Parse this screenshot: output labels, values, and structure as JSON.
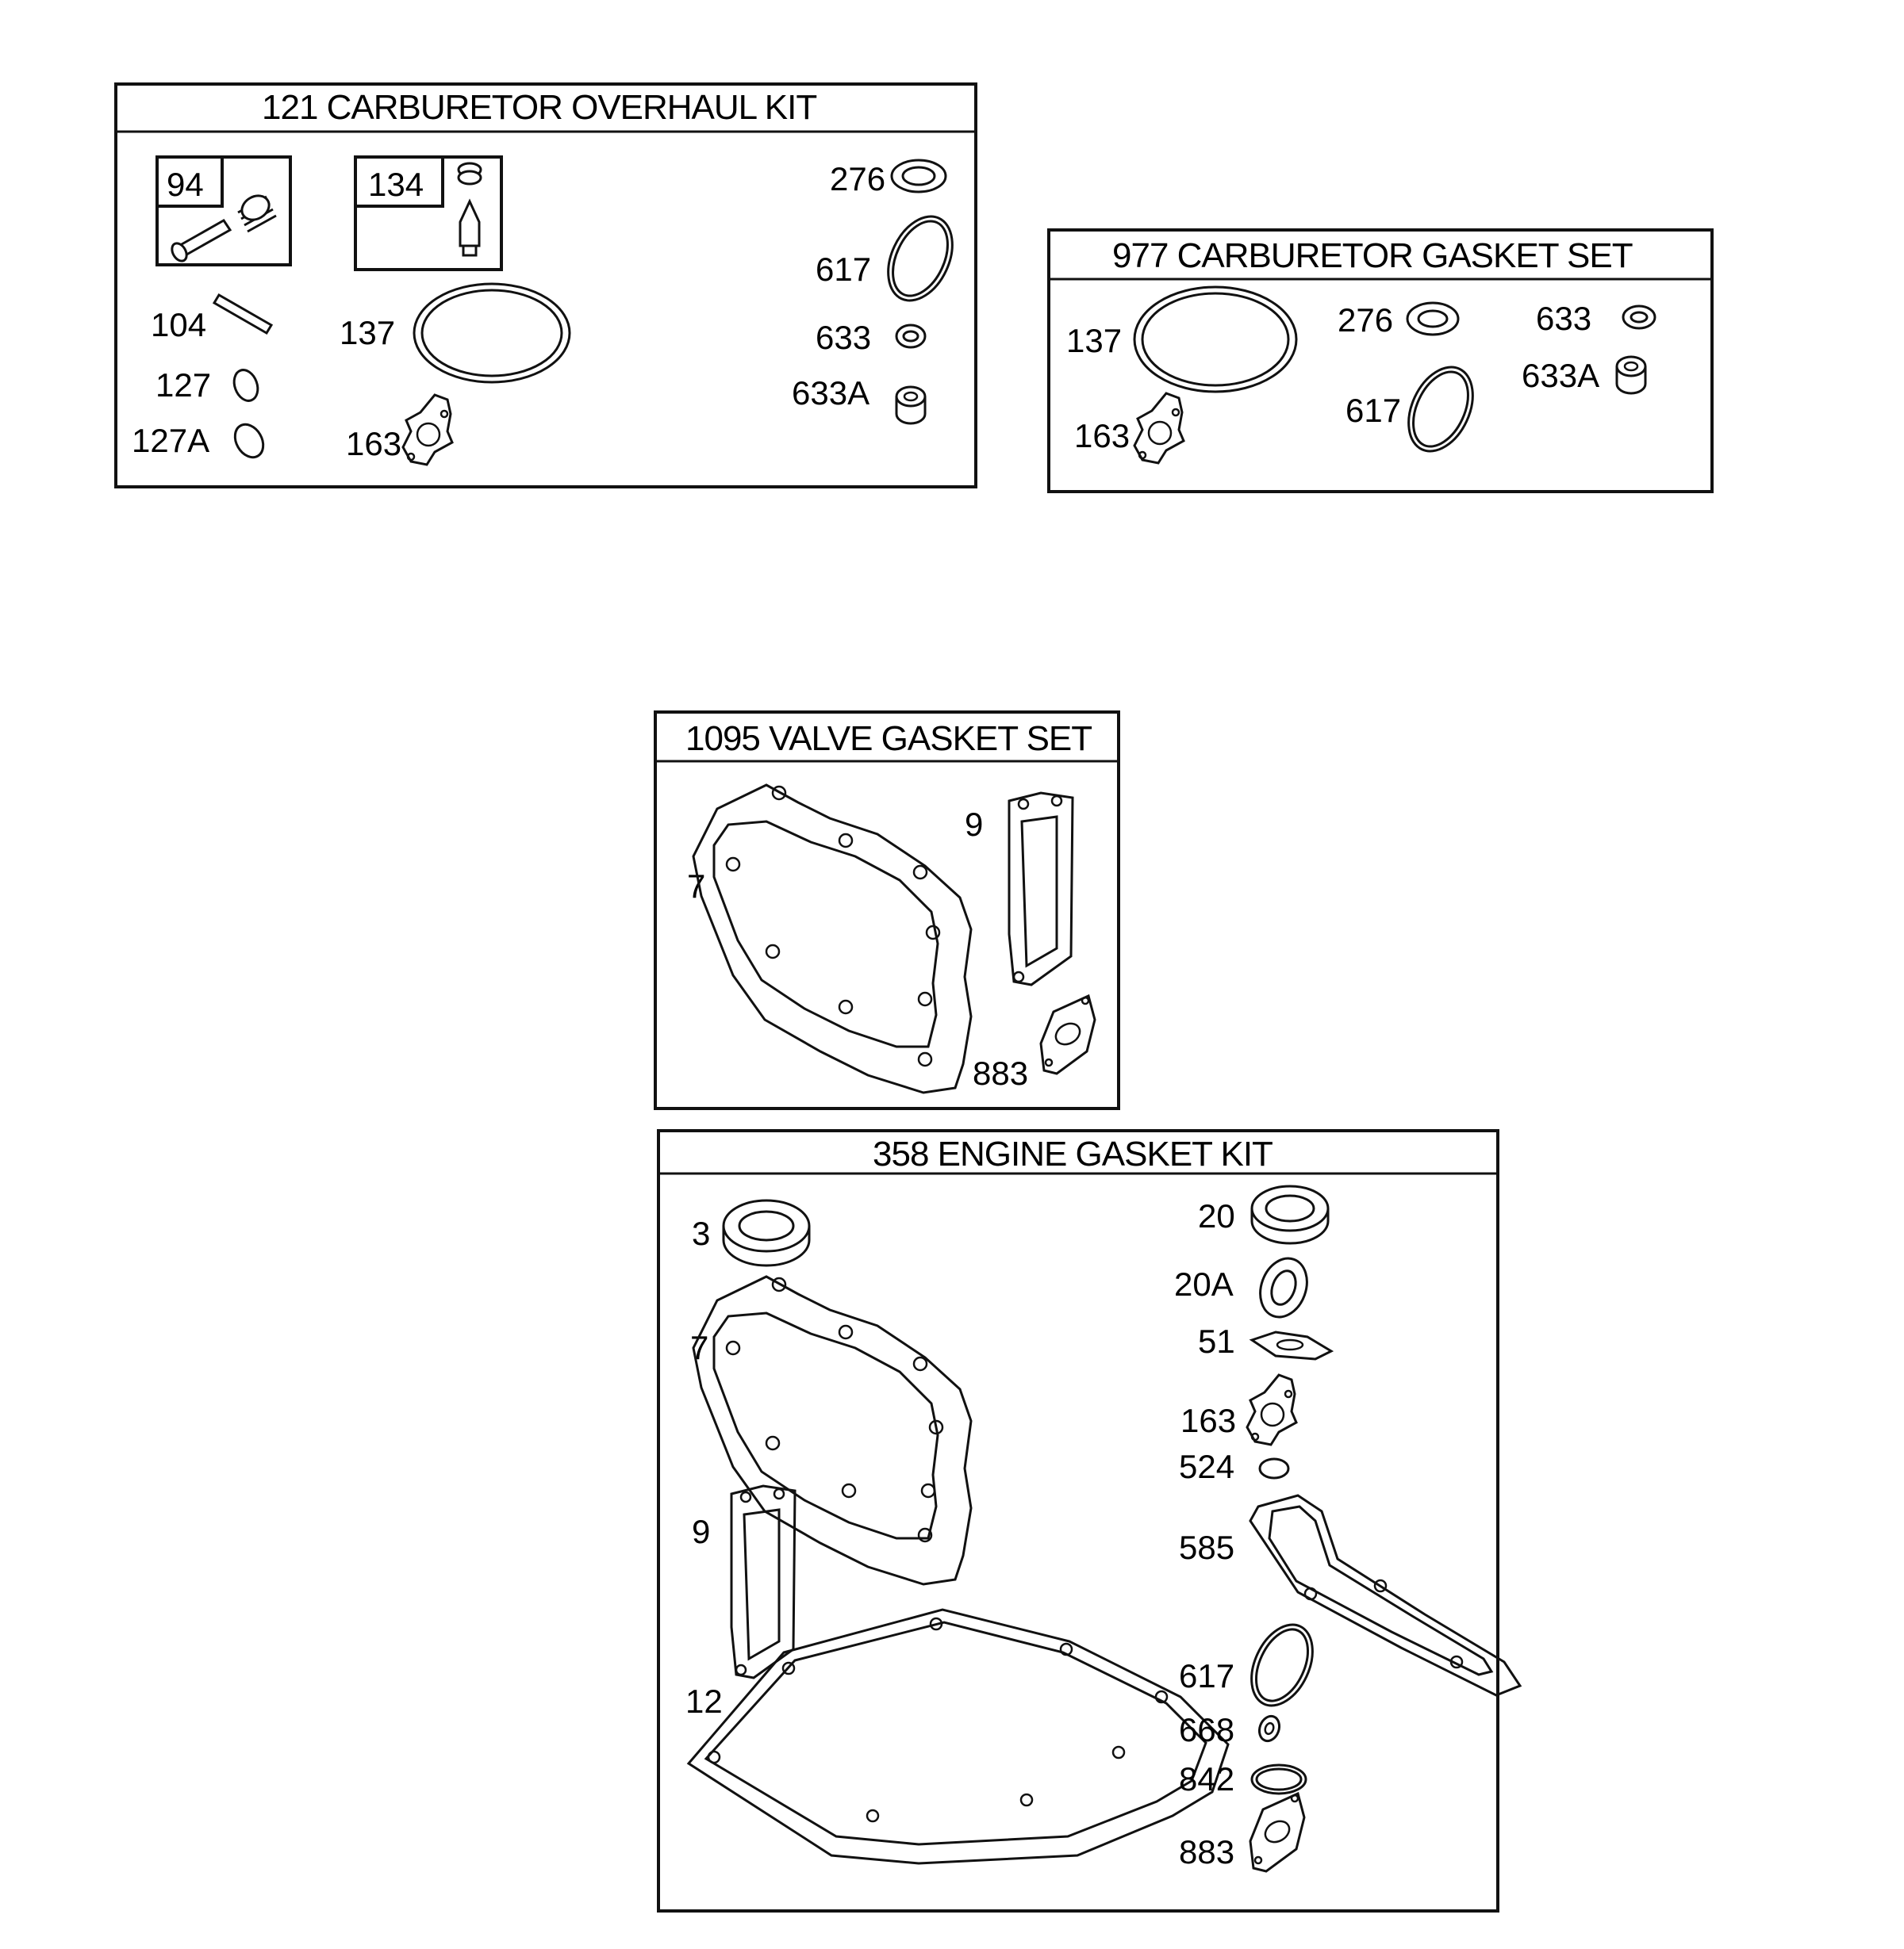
{
  "kits": [
    {
      "title": "121 CARBURETOR OVERHAUL KIT",
      "parts": [
        "94",
        "134",
        "104",
        "137",
        "127",
        "127A",
        "163",
        "276",
        "617",
        "633",
        "633A"
      ]
    },
    {
      "title": "977 CARBURETOR GASKET SET",
      "parts": [
        "137",
        "276",
        "633",
        "633A",
        "617",
        "163"
      ]
    },
    {
      "title": "1095 VALVE GASKET SET",
      "parts": [
        "7",
        "9",
        "883"
      ]
    },
    {
      "title": "358 ENGINE GASKET KIT",
      "parts": [
        "3",
        "7",
        "9",
        "12",
        "20",
        "20A",
        "51",
        "163",
        "524",
        "585",
        "617",
        "668",
        "842",
        "883"
      ]
    }
  ]
}
